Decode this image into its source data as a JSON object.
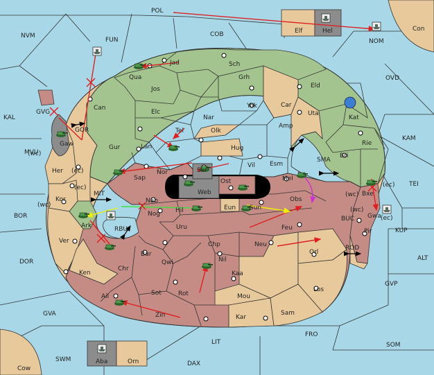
{
  "colors": {
    "sea": "#a8d8e8",
    "green": "#a3c48f",
    "red": "#c48c85",
    "tan": "#e8c99c",
    "grey": "#8c8c8c",
    "black": "#000000",
    "order_red": "#e02020",
    "order_yellow": "#f0f000",
    "order_magenta": "#d030d0",
    "order_lime": "#40e040"
  },
  "sea_regions": {
    "pol": "POL",
    "nvm": "NVM",
    "fun": "FUN",
    "cob": "COB",
    "con": "Con",
    "nom": "NOM",
    "ovd": "OVD",
    "kal": "KAL",
    "kam": "KAM",
    "mvu": "MVU",
    "bor": "BOR",
    "dor": "DOR",
    "tei": "TEI",
    "kup": "KUP",
    "alt": "ALT",
    "gvp": "GVP",
    "gva": "GVA",
    "fro": "FRO",
    "som": "SOM",
    "lit": "LIT",
    "swm": "SWM",
    "dax": "DAX",
    "cow": "Cow",
    "sma": "SMA",
    "mit": "MIT",
    "rbu": "RBU",
    "buc": "BUC",
    "rod": "ROD",
    "gor": "GOR"
  },
  "green_provinces": {
    "jad": "Jad",
    "sch": "Sch",
    "qua": "Qua",
    "jos": "Jos",
    "grh": "Grh",
    "eld": "Eld",
    "can": "Can",
    "elc": "Elc",
    "nar": "Nar",
    "yok": "Yok",
    "car": "Car",
    "uta": "Uta",
    "kat": "Kat",
    "tel": "Tel",
    "olk": "Olk",
    "amp": "Amp",
    "gur": "Gur",
    "lan": "Lan",
    "hug": "Hug",
    "rie": "Rie",
    "vil": "Vil",
    "esm": "Esm",
    "bri": "Bri",
    "nor": "Nor",
    "sap": "Sap",
    "mel": "Mel",
    "gaw": "Gaw",
    "gvg": "GVG"
  },
  "red_provinces": {
    "skr": "Skr",
    "ost": "Ost",
    "web": "Web",
    "eun": "Eun",
    "nab": "Nab",
    "sun": "Sun",
    "obs": "Obs",
    "hil": "Hil",
    "nog": "Nog",
    "uru": "Uru",
    "feu": "Feu",
    "chp": "Chp",
    "neu": "Neu",
    "orl": "Orl",
    "bar": "Bar",
    "qwi": "Qwi",
    "nil": "Nil",
    "kaa": "Kaa",
    "ken": "Ken",
    "chr": "Chr",
    "sot": "Sot",
    "rot": "Rot",
    "mou": "Mou",
    "los": "Los",
    "ail": "Ail",
    "zin": "Zin",
    "kar": "Kar",
    "sam": "Sam",
    "pir": "Pir",
    "gwa": "Gwa",
    "bxe": "Bxe",
    "ark": "Ark"
  },
  "tan_provinces": {
    "her": "Her",
    "kor": "Kor",
    "ver": "Ver"
  },
  "coast_tags": {
    "wc1": "(wc)",
    "ec1": "(ec)",
    "ec2": "(ec)",
    "wc2": "(wc)",
    "wc3": "(wc)",
    "ec3": "(ec)",
    "wc4": "(wc)",
    "ec4": "(ec)"
  },
  "insets": {
    "elf": "Elf",
    "hel": "Hel",
    "aba": "Aba",
    "orn": "Orn"
  }
}
